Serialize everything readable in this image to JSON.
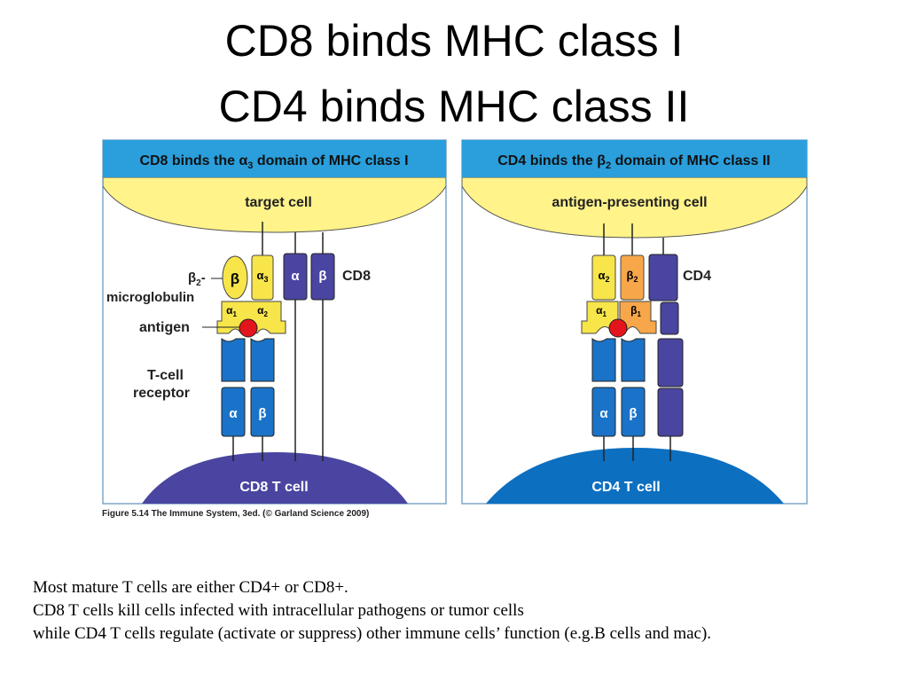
{
  "title": {
    "line1": "CD8 binds MHC class I",
    "line2": "CD4 binds MHC class II"
  },
  "left_panel": {
    "header_prefix": "CD8 binds the ",
    "header_greek": "α",
    "header_sub": "3",
    "header_suffix": " domain of MHC class I",
    "top_cell": "target cell",
    "bottom_cell": "CD8  T cell",
    "labels": {
      "beta2_micro_line1_greek": "β",
      "beta2_micro_line1_sub": "2",
      "beta2_micro_line1_suffix": "-",
      "beta2_micro_line2": "microglobulin",
      "antigen": "antigen",
      "tcr_line1": "T-cell",
      "tcr_line2": "receptor",
      "coreceptor": "CD8"
    },
    "domains": {
      "beta": "β",
      "alpha3": "α",
      "alpha3_sub": "3",
      "alpha1": "α",
      "alpha1_sub": "1",
      "alpha2": "α",
      "alpha2_sub": "2",
      "cd8_alpha": "α",
      "cd8_beta": "β",
      "tcr_alpha": "α",
      "tcr_beta": "β"
    }
  },
  "right_panel": {
    "header_prefix": "CD4 binds the ",
    "header_greek": "β",
    "header_sub": "2",
    "header_suffix": " domain of MHC class II",
    "top_cell": "antigen-presenting cell",
    "bottom_cell": "CD4  T cell",
    "labels": {
      "coreceptor": "CD4"
    },
    "domains": {
      "alpha2": "α",
      "alpha2_sub": "2",
      "beta2": "β",
      "beta2_sub": "2",
      "alpha1": "α",
      "alpha1_sub": "1",
      "beta1": "β",
      "beta1_sub": "1",
      "tcr_alpha": "α",
      "tcr_beta": "β"
    }
  },
  "caption": "Figure 5.14  The Immune System, 3ed. (© Garland Science 2009)",
  "body": {
    "line1": "Most mature T cells  are either CD4+ or CD8+.",
    "line2": "CD8 T cells kill cells infected with intracellular pathogens or tumor cells",
    "line3": "while CD4 T cells regulate (activate or suppress) other immune cells’ function (e.g.B cells and mac)."
  },
  "colors": {
    "header_blue": "#2a9fdc",
    "cell_yellow": "#fff38a",
    "mhc_yellow": "#f7e54a",
    "tcr_blue": "#1a73c8",
    "cd8_purple": "#4a45a0",
    "cd4_tcell_blue": "#0c6fc0",
    "beta2_orange": "#f7a74a",
    "antigen_red": "#e3141b"
  }
}
